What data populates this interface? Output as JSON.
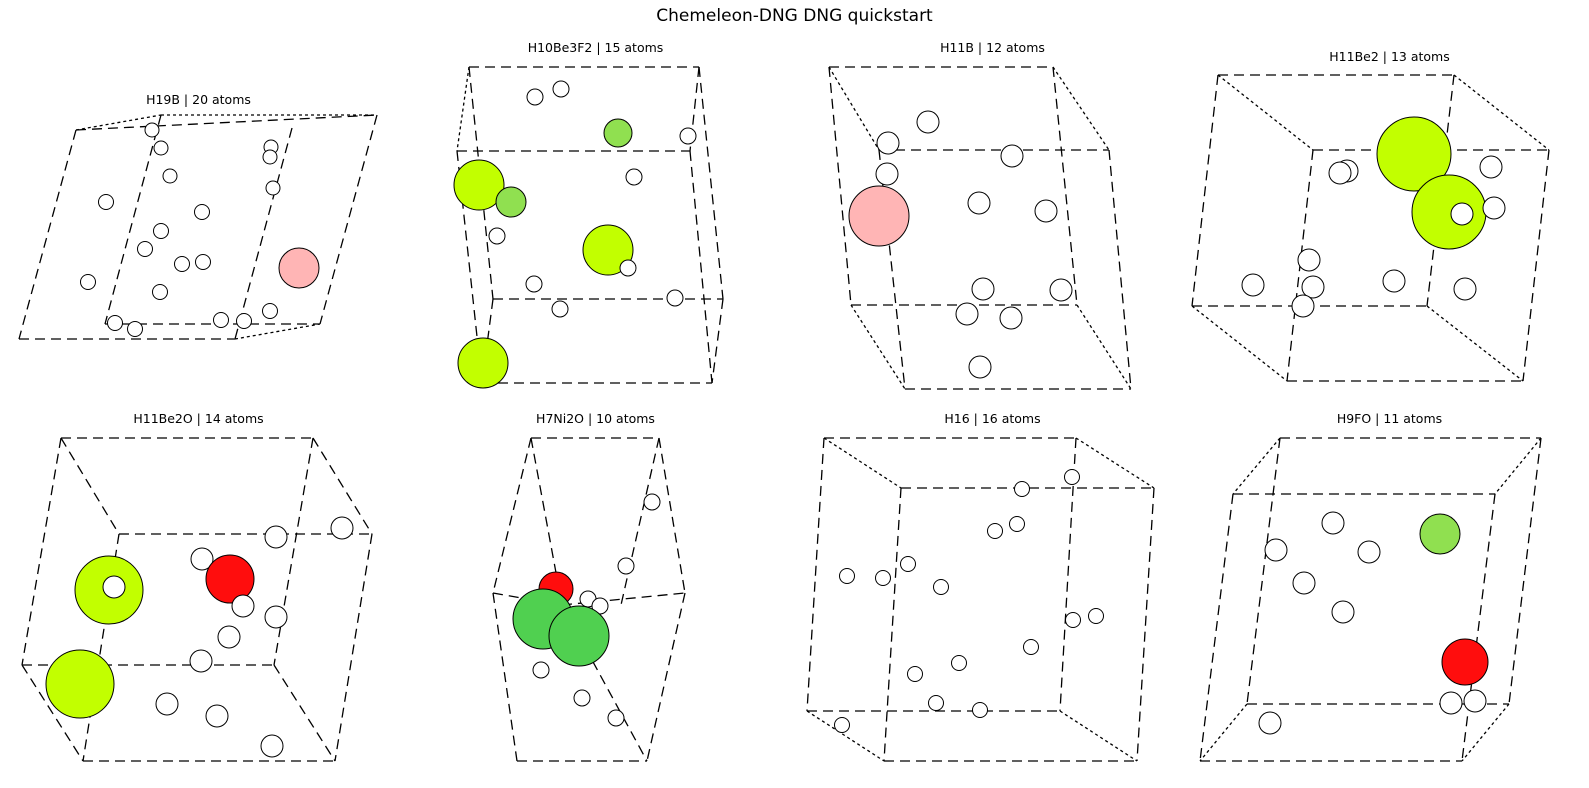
{
  "figure": {
    "title": "Chemeleon-DNG DNG quickstart"
  },
  "colors": {
    "H": "#ffffff",
    "B": "#ffb5b5",
    "Be": "#c2ff00",
    "F": "#90e050",
    "O": "#ff0d0d",
    "Ni": "#50d050"
  },
  "panels": [
    {
      "title": "H19B | 20 atoms"
    },
    {
      "title": "H10Be3F2 | 15 atoms"
    },
    {
      "title": "H11B | 12 atoms"
    },
    {
      "title": "H11Be2 | 13 atoms"
    },
    {
      "title": "H11Be2O | 14 atoms"
    },
    {
      "title": "H7Ni2O | 10 atoms"
    },
    {
      "title": "H16 | 16 atoms"
    },
    {
      "title": "H9FO | 11 atoms"
    }
  ]
}
